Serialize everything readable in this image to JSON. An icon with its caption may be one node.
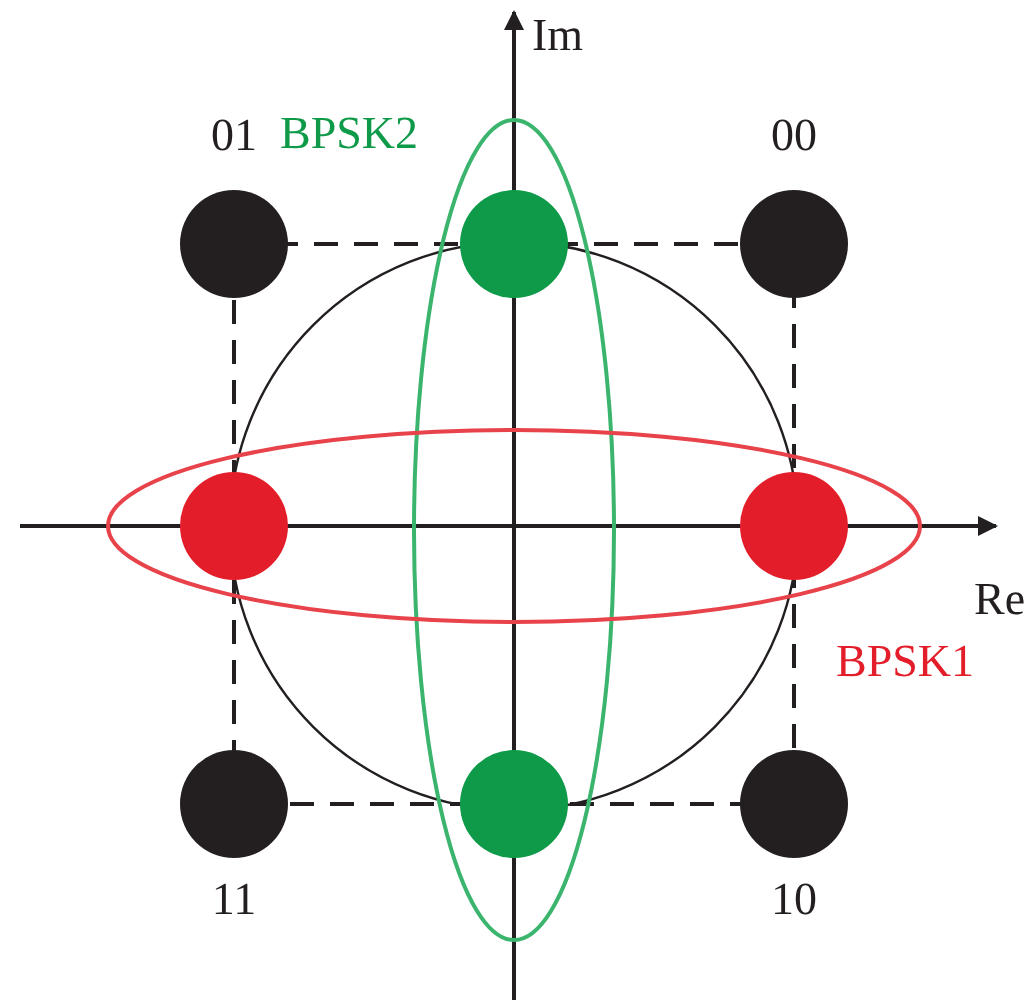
{
  "diagram": {
    "nodes": [
      {
        "text": [
          "01"
        ]
      },
      {
        "text": [
          "BPSK2"
        ]
      },
      {
        "text": [],
        "shape": "circle",
        "in": 1
      },
      {
        "text": [
          "00"
        ]
      },
      {
        "text": [
          "BPSK1"
        ]
      },
      {
        "text": [],
        "shape": "circle",
        "in": 4
      },
      {
        "text": [],
        "shape": "circle",
        "in": 4
      },
      {
        "text": [],
        "shape": "circle",
        "in": 1
      },
      {
        "text": [
          "11"
        ]
      },
      {
        "text": [
          "10"
        ]
      }
    ],
    "edges": [],
    "labels": [
      "Im",
      "Re"
    ]
  }
}
